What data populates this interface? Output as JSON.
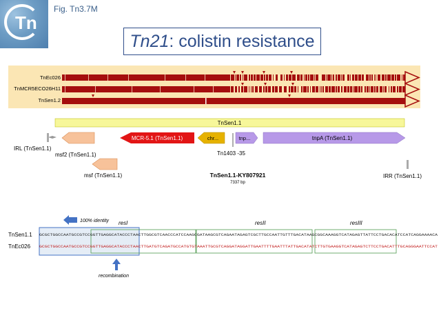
{
  "header": {
    "fig_label": "Fig. Tn3.7M",
    "logo_text": "Tn",
    "title_main": "Tn21",
    "title_rest": ": colistin resistance"
  },
  "colors": {
    "band": "#fbe6b4",
    "track": "#a50e0e",
    "mcr": "#e21515",
    "chr": "#e6b200",
    "tnp": "#b799e8",
    "peach": "#f7c29a",
    "tnsen_bar": "#f7f79a",
    "identity": "#4472c4"
  },
  "tracks": [
    {
      "label": "TnEc026"
    },
    {
      "label": "TnMCR5ECO26H11"
    },
    {
      "label": "TnSen1.2"
    }
  ],
  "map": {
    "bar_label": "TnSen1.1",
    "genes": {
      "mcr": "MCR-5.1 (TnSen1.1)",
      "chr": "chr...",
      "tnp": "tnp...",
      "tnpa": "tnpA (TnSen1.1)",
      "msf2": "msf2 (TnSen1.1)",
      "msf": "msf (TnSen1.1)"
    },
    "irl": "IRL (TnSen1.1)",
    "irr": "IRR (TnSen1.1)",
    "tn1403": "Tn1403 -35",
    "accession": "TnSen1.1-KY807921",
    "length": "7337 bp"
  },
  "alignment": {
    "identity_label": "100% identity",
    "recombination_label": "recombination",
    "res_sites": [
      "resI",
      "resII",
      "resIII"
    ],
    "rows": [
      {
        "label": "TnSen1.1",
        "seq": "GCGCTGGCCAATGCCGTCCGGTTGAGGCATACCCTAACTTGGCGTCAACCCATCCAAGCGATAAGCGTCAGAATAGAGTCGCTTGCCAATTGTTTGACATAAGCGGCAAAGGTCATAGAGTTATTCCTGACACATCCATCAGGAAAACA"
      },
      {
        "label": "TnEc026",
        "seq": "GCGCTGGCCAATGCCGTCCGGTTGAGGCATACCCTAACTTGATGTCAGATGCCATGTGTAAATTGCGTCAGGATAGGATTGAATTTTGAATTTATTGACATATCTTGTGAAGGTCATAGAGTCTTCCTGACATTTGCAGGGAATTCCAT"
      }
    ]
  }
}
